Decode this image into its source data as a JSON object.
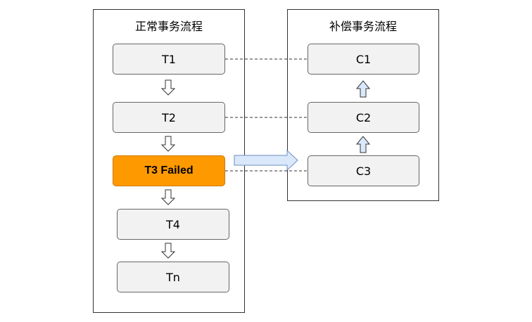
{
  "normal_flow": {
    "title": "正常事务流程",
    "steps": [
      {
        "label": "T1"
      },
      {
        "label": "T2"
      },
      {
        "label": "T3 Failed",
        "status": "failed"
      },
      {
        "label": "T4"
      },
      {
        "label": "Tn"
      }
    ]
  },
  "compensation_flow": {
    "title": "补偿事务流程",
    "steps": [
      {
        "label": "C1"
      },
      {
        "label": "C2"
      },
      {
        "label": "C3"
      }
    ]
  },
  "colors": {
    "box_fill": "#f2f2f2",
    "box_border": "#666666",
    "failed_fill": "#ff9900",
    "failed_border": "#cc7a00",
    "comp_arrow_fill": "#dae8fc",
    "comp_arrow_stroke": "#6c8ebf",
    "panel_border": "#333333"
  }
}
